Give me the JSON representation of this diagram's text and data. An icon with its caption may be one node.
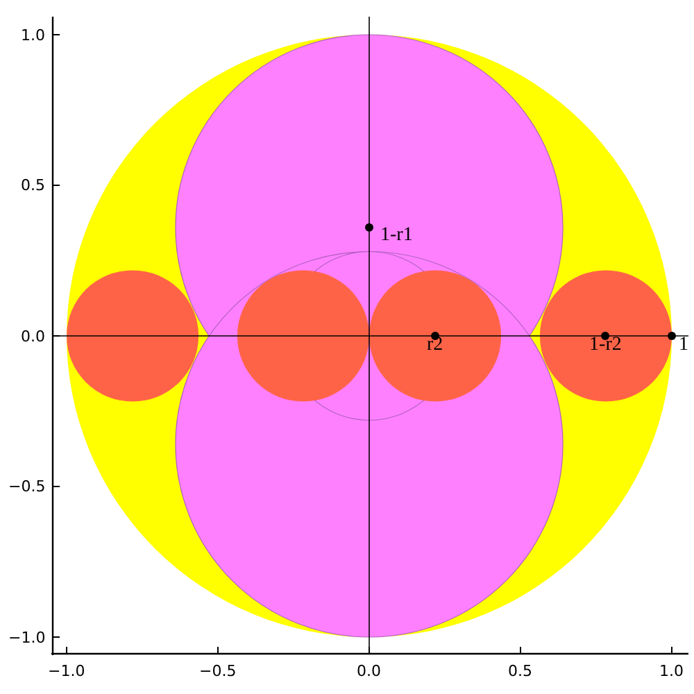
{
  "diagram": {
    "labels": [
      "1.0",
      "0.5",
      "1-r1",
      "0.0",
      "r2",
      "1-r2",
      "1",
      "−0.5",
      "−1.0",
      "−1.0",
      "−0.5",
      "0.0",
      "0.5",
      "1.0"
    ]
  }
}
